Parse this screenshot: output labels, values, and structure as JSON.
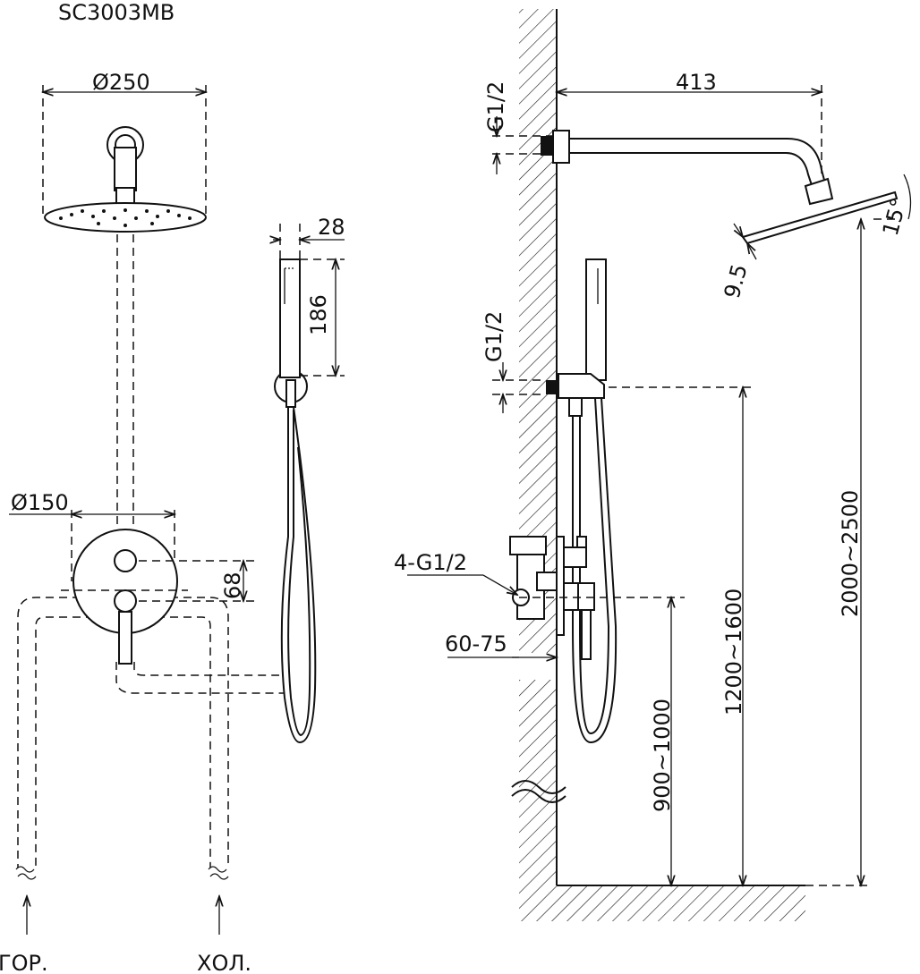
{
  "model": "SC3003MB",
  "front_view": {
    "head_diameter": "Ø250",
    "hand_width": "28",
    "hand_length": "186",
    "plate_diameter": "Ø150",
    "knob_spacing": "68",
    "hot_label": "ГОР.",
    "cold_label": "ХОЛ."
  },
  "side_view": {
    "arm_length": "413",
    "arm_thread": "G1/2",
    "outlet_thread": "G1/2",
    "head_angle": "15°",
    "head_thickness": "9.5",
    "valve_threads": "4-G1/2",
    "install_depth": "60-75",
    "head_height": "2000~2500",
    "holder_height": "1200~1600",
    "mixer_height": "900~1000"
  }
}
